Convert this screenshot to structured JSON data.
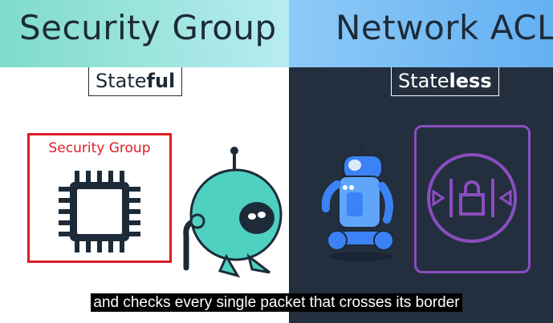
{
  "left": {
    "banner_title": "Security Group",
    "tag_prefix": "State",
    "tag_bold": "ful",
    "box_label": "Security Group",
    "box_icon": "chip-icon",
    "robot_icon": "round-robot-icon",
    "accent_color": "#dd1c25"
  },
  "right": {
    "banner_title": "Network ACL",
    "tag_prefix": "State",
    "tag_bold": "less",
    "box_icon": "network-acl-lock-icon",
    "robot_icon": "wheeled-robot-icon",
    "accent_color": "#8b4dbf"
  },
  "caption": "and checks every single packet that crosses its border"
}
